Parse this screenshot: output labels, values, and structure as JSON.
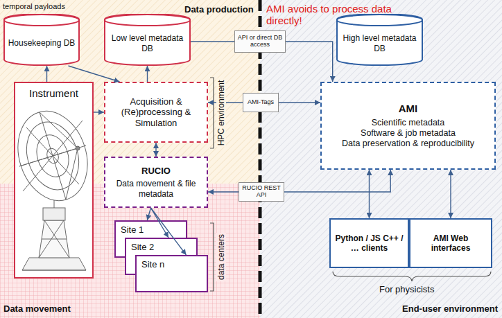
{
  "diagram": {
    "nodes": [
      {
        "text": [
          "Housekeeping DB"
        ]
      },
      {
        "text": [
          "Low level metadata DB"
        ]
      },
      {
        "text": [
          "High level metadata DB"
        ]
      },
      {
        "text": [
          "Instrument"
        ]
      },
      {
        "text": [
          "Acquisition & (Re)processing & Simulation"
        ]
      },
      {
        "text": [
          "AMI",
          "Scientific metadata",
          "Software & job metadata",
          "Data preservation & reproducibility"
        ]
      },
      {
        "text": [
          "RUCIO",
          "Data movement & file metadata"
        ]
      },
      {
        "text": [
          "Site 1"
        ]
      },
      {
        "text": [
          "Site 2"
        ]
      },
      {
        "text": [
          "Site n"
        ]
      },
      {
        "text": [
          "API or direct DB access"
        ]
      },
      {
        "text": [
          "AMI-Tags"
        ]
      },
      {
        "text": [
          "RUCIO REST API"
        ]
      },
      {
        "text": [
          "Python / JS C++ / … clients"
        ]
      },
      {
        "text": [
          "AMI Web interfaces"
        ]
      }
    ],
    "edges": [
      {
        "from": 3,
        "to": 0,
        "arrow": "to"
      },
      {
        "from": 0,
        "to": 4,
        "arrow": "to"
      },
      {
        "from": 3,
        "to": 4,
        "arrow": "to"
      },
      {
        "from": 4,
        "to": 1,
        "arrow": "to"
      },
      {
        "from": 4,
        "to": 6,
        "arrow": "both"
      },
      {
        "from": 6,
        "to": 7,
        "arrow": "to"
      },
      {
        "from": 6,
        "to": 8,
        "arrow": "to"
      },
      {
        "from": 6,
        "to": 9,
        "arrow": "to"
      },
      {
        "from": 1,
        "to": 10,
        "arrow": "none"
      },
      {
        "from": 10,
        "to": 5,
        "arrow": "to"
      },
      {
        "from": 11,
        "to": 4,
        "arrow": "to"
      },
      {
        "from": 11,
        "to": 5,
        "arrow": "to"
      },
      {
        "from": 12,
        "to": 6,
        "arrow": "to"
      },
      {
        "from": 12,
        "to": 5,
        "arrow": "to"
      },
      {
        "from": 5,
        "to": 13,
        "arrow": "both"
      },
      {
        "from": 5,
        "to": 14,
        "arrow": "both"
      }
    ],
    "labels": [
      "temporal payloads",
      "Data production",
      "AMI avoids to process data directly!",
      "HPC environment",
      "data centers",
      "For physicists",
      "Data movement",
      "End-user environment"
    ]
  }
}
